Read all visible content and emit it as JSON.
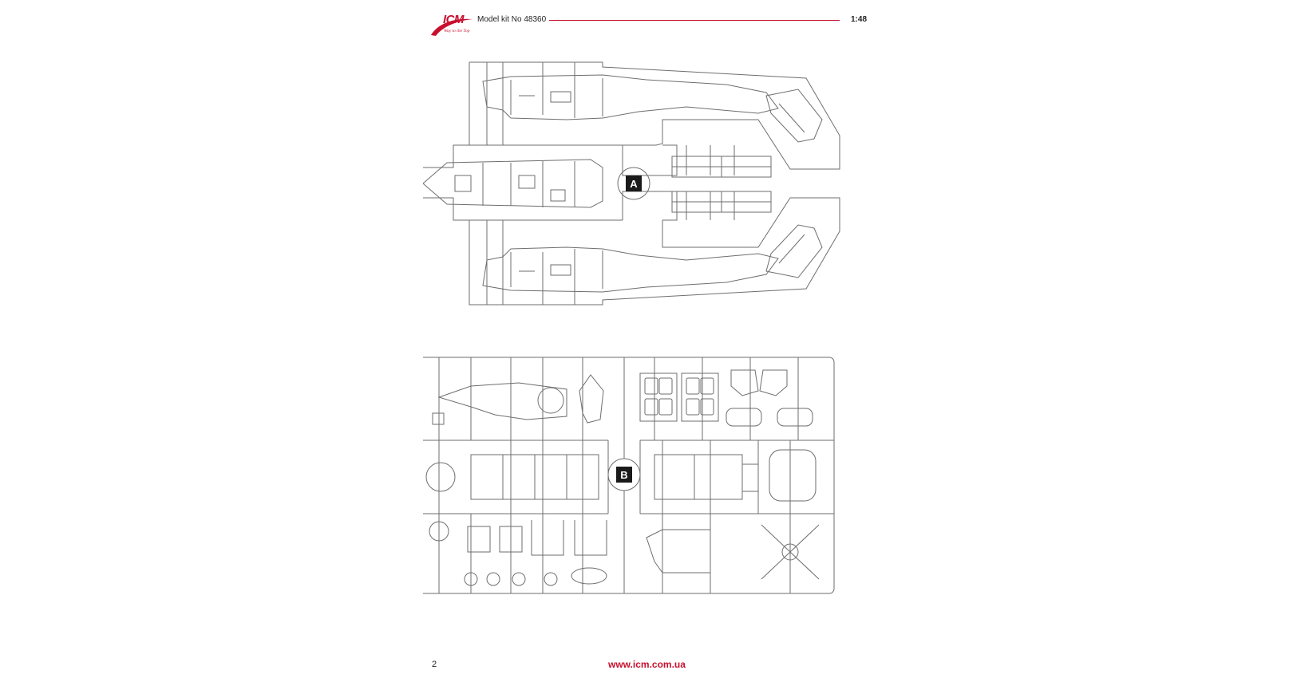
{
  "header": {
    "brand": "ICM",
    "brand_tagline": "Way to the Top",
    "kit_title": "Model kit No 48360",
    "scale": "1:48"
  },
  "sprues": [
    {
      "letter": "A"
    },
    {
      "letter": "B"
    }
  ],
  "footer": {
    "page_number": "2",
    "url": "www.icm.com.ua"
  },
  "colors": {
    "brand_red": "#c8102e",
    "line": "#6e6e6e"
  }
}
